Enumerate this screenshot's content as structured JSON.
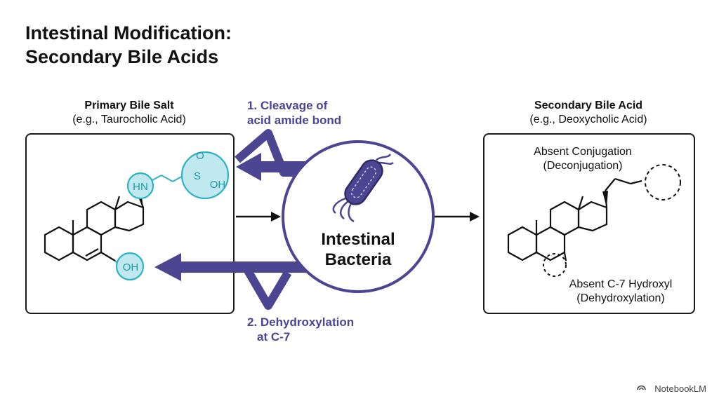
{
  "title_line1": "Intestinal Modification:",
  "title_line2": "Secondary Bile Acids",
  "left": {
    "heading": "Primary Bile Salt",
    "example": "(e.g., Taurocholic Acid)",
    "atoms": {
      "o": "O",
      "s": "S",
      "oh_s": "OH",
      "hn": "HN",
      "oh": "OH"
    }
  },
  "center": {
    "line1": "Intestinal",
    "line2": "Bacteria"
  },
  "step1": {
    "line1": "1. Cleavage of",
    "line2": "acid amide bond"
  },
  "step2": {
    "line1": "2. Dehydroxylation",
    "line2": "at C-7"
  },
  "right": {
    "heading": "Secondary Bile Acid",
    "example": "(e.g., Deoxycholic Acid)",
    "annot1_line1": "Absent Conjugation",
    "annot1_line2": "(Deconjugation)",
    "annot2_line1": "Absent C-7 Hydroxyl",
    "annot2_line2": "(Dehydroxylation)"
  },
  "footer": "NotebookLM",
  "colors": {
    "accent_purple": "#4b4592",
    "highlight_cyan": "#2fb3c4",
    "highlight_fill": "#bfe9ef",
    "outline": "#1a1a1a"
  },
  "icons": [
    "bacterium-icon",
    "notebooklm-logo-icon"
  ]
}
